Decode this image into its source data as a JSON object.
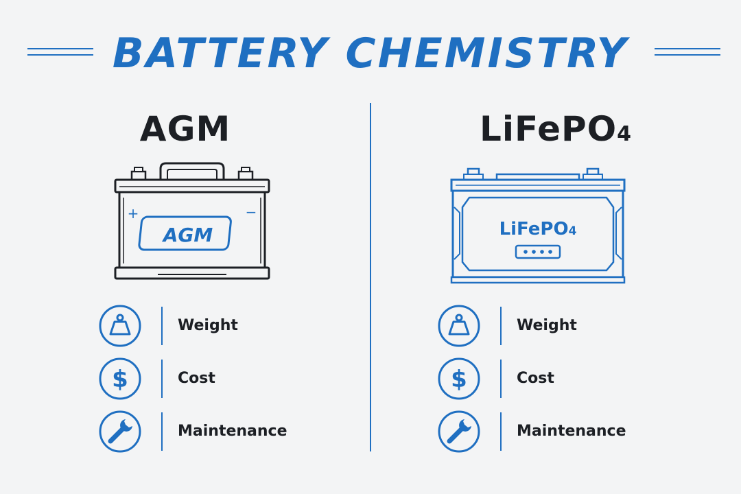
{
  "header": {
    "title": "BATTERY CHEMISTRY"
  },
  "colors": {
    "accent": "#1f6fc1",
    "text": "#1c1f24",
    "background": "#f3f4f5"
  },
  "columns": [
    {
      "name": "AGM",
      "battery_label": "AGM",
      "features": [
        {
          "label": "Weight",
          "icon": "weight-icon"
        },
        {
          "label": "Cost",
          "icon": "dollar-icon"
        },
        {
          "label": "Maintenance",
          "icon": "wrench-icon"
        }
      ]
    },
    {
      "name_main": "LiFePO",
      "name_sub": "4",
      "battery_label_main": "LiFePO",
      "battery_label_sub": "4",
      "features": [
        {
          "label": "Weight",
          "icon": "weight-icon"
        },
        {
          "label": "Cost",
          "icon": "dollar-icon"
        },
        {
          "label": "Maintenance",
          "icon": "wrench-icon"
        }
      ]
    }
  ]
}
